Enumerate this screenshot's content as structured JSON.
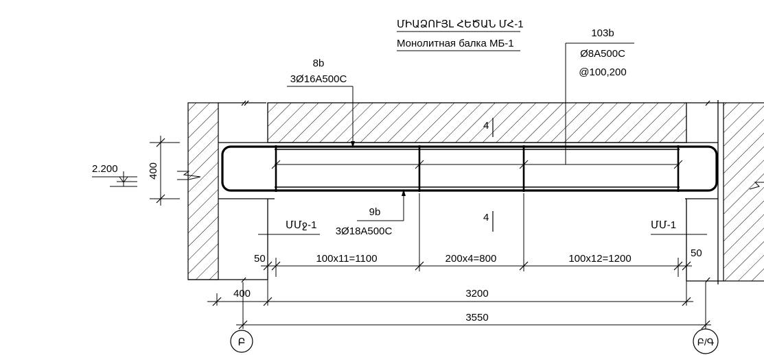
{
  "title": {
    "armenian": "ՄԻԱՁՈՒՅԼ ՀԵԾԱՆ ՄՀ-1",
    "russian": "Монолитная балка МБ-1"
  },
  "rebar": {
    "top": {
      "position": "8b",
      "spec": "3Ø16A500C"
    },
    "bottom": {
      "position": "9b",
      "spec": "3Ø18A500C"
    },
    "stirrups": {
      "position": "103b",
      "spec": "Ø8A500C",
      "spacing": "@100,200"
    }
  },
  "section_marks": {
    "left": "ՄՄջ-1",
    "right": "ՄՄ-1"
  },
  "section_numbers": {
    "upper": "4",
    "lower": "4"
  },
  "level": "2.200",
  "height": "400",
  "spacing_dims": {
    "left_cover": "50",
    "segments": [
      "100x11=1100",
      "200x4=800",
      "100x12=1200"
    ],
    "right_cover": "50"
  },
  "overall_dims": {
    "support": "400",
    "inner": "3200",
    "total": "3550"
  },
  "axes": {
    "left": "Բ",
    "right": "Բ/Գ"
  }
}
